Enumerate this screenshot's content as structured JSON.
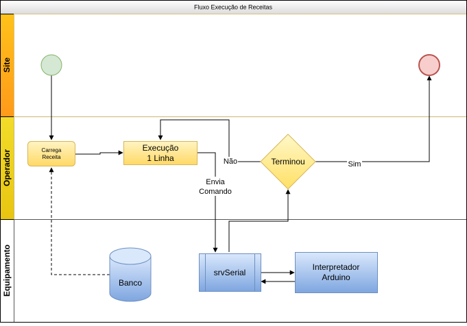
{
  "diagram": {
    "title": "Fluxo Execução de Receitas",
    "lanes": [
      {
        "label": "Site",
        "color": "#ffb22a"
      },
      {
        "label": "Operador",
        "color": "#f2d61a"
      },
      {
        "label": "Equipamento",
        "color": "#ffffff"
      }
    ],
    "nodes": {
      "carrega": [
        "Carrega",
        "Receita"
      ],
      "execucao": [
        "Execução",
        "1 Linha"
      ],
      "terminou": "Terminou",
      "banco": "Banco",
      "srvserial": "srvSerial",
      "interpretador": [
        "Interpretador",
        "Arduino"
      ]
    },
    "edge_labels": {
      "nao": "Não",
      "sim": "Sim",
      "envia": [
        "Envia",
        "Comando"
      ]
    },
    "colors": {
      "start_event": "#d5e8d4",
      "end_event": "#f8cecc",
      "task_fill": "#ffe085",
      "gateway_fill": "#fff2a8",
      "blue_fill": "#8fb0e0"
    }
  }
}
